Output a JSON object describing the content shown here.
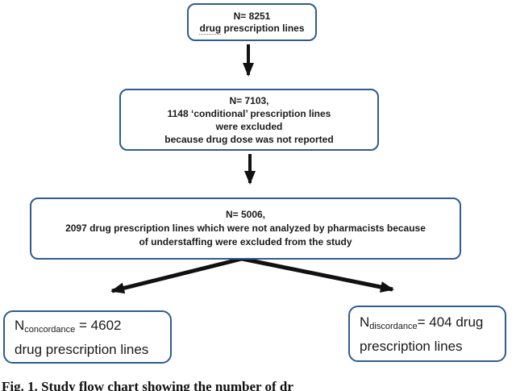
{
  "figure": {
    "caption_visible": "Fig. 1.  Study flow chart showing the number of dr",
    "colors": {
      "box_border": "#2e5c8f",
      "arrow": "#111111",
      "text": "#1a1a1a"
    }
  },
  "flowchart": {
    "box_total": {
      "line1": "N= 8251",
      "line2_word_underlined": "drug",
      "line2_rest": " prescription lines"
    },
    "box_conditional_excluded": {
      "line1": "N= 7103,",
      "line2": "1148 ‘conditional’ prescription lines",
      "line3": "were excluded",
      "line4": "because drug dose was not reported"
    },
    "box_understaffing_excluded": {
      "line1": "N= 5006,",
      "line2": "2097 drug prescription lines which were not analyzed by pharmacists because",
      "line3": "of understaffing were excluded from the study"
    },
    "box_concordance": {
      "n_symbol": "N",
      "n_subscript": "concordance",
      "n_value": " = 4602",
      "line2": "drug prescription lines"
    },
    "box_discordance": {
      "n_symbol": "N",
      "n_subscript": "discordance",
      "n_value": "= 404 drug",
      "line2": "prescription lines"
    }
  }
}
